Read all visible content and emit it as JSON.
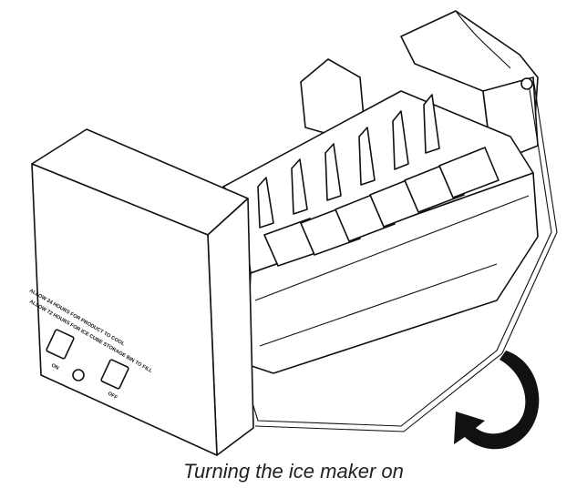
{
  "illustration": {
    "label_line1": "ALLOW 24 HOURS FOR PRODUCT TO COOL",
    "label_line2": "ALLOW 72 HOURS FOR ICE CUBE STORAGE BIN TO FILL",
    "switch_on": "ON",
    "switch_off": "OFF",
    "arrow_color": "#111111"
  },
  "caption": "Turning the ice maker on"
}
